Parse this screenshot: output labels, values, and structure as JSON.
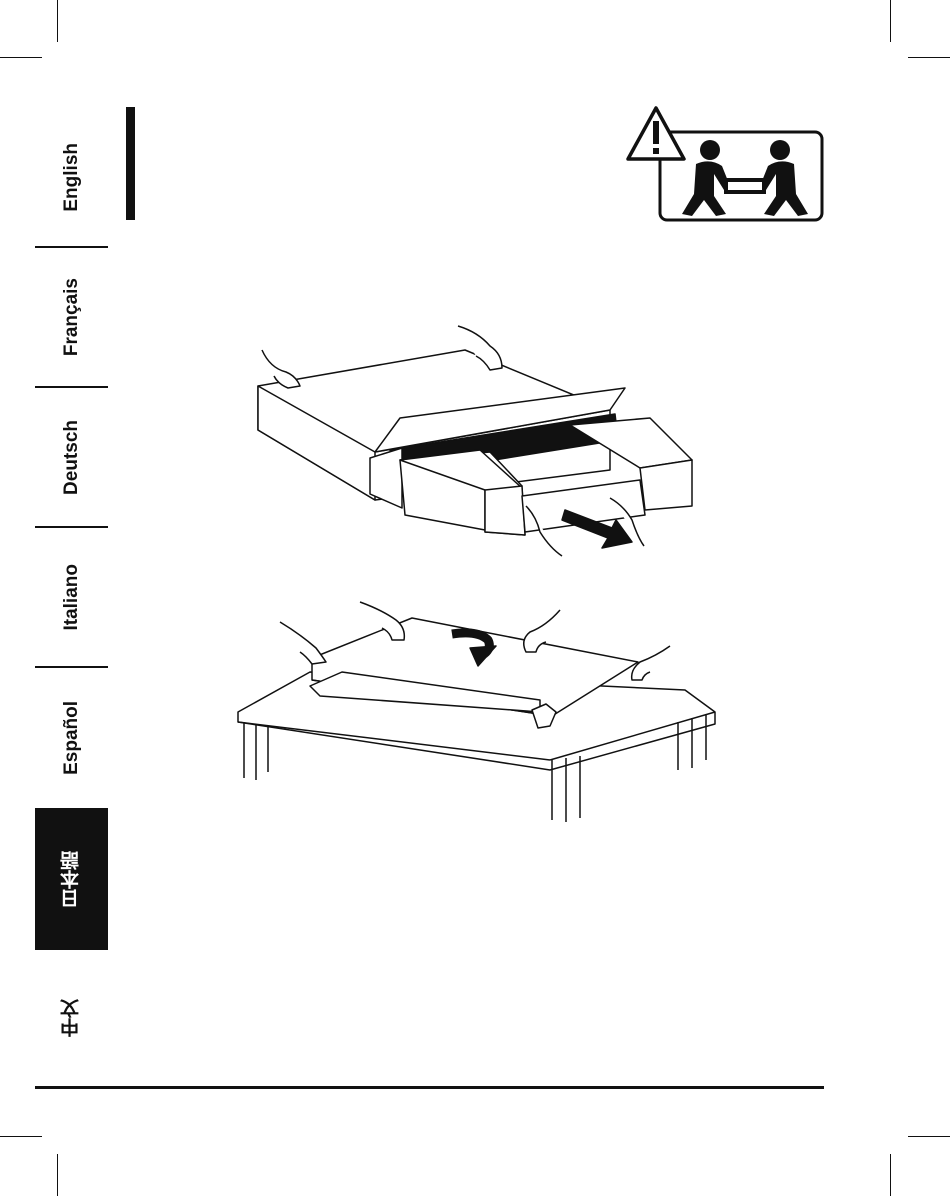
{
  "languages": [
    {
      "label": "English"
    },
    {
      "label": "Français"
    },
    {
      "label": "Deutsch"
    },
    {
      "label": "Italiano"
    },
    {
      "label": "Español"
    },
    {
      "label": "日本語"
    },
    {
      "label": "中文"
    }
  ],
  "active_language": "日本語",
  "warning_icon": "two-person-lift-warning-icon",
  "illustrations": [
    "unbox-illustration",
    "lower-onto-table-illustration"
  ]
}
